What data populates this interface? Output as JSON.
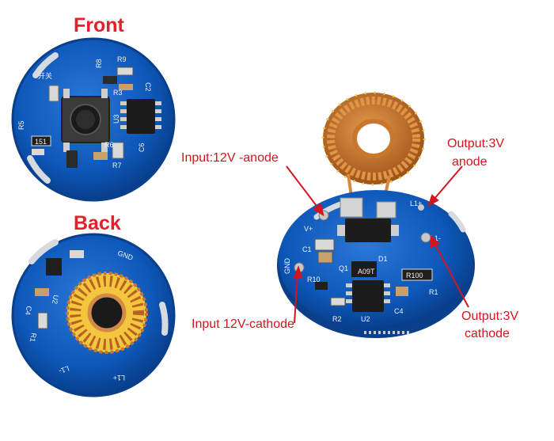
{
  "headings": {
    "front": "Front",
    "back": "Back"
  },
  "annotations": {
    "input_anode": "Input:12V -anode",
    "input_cathode": "Input 12V-cathode",
    "output_anode_line1": "Output:3V",
    "output_anode_line2": "anode",
    "output_cathode_line1": "Output:3V",
    "output_cathode_line2": "cathode"
  },
  "front_board_labels": {
    "switch_chinese": "开关",
    "r8": "R8",
    "r9": "R9",
    "r3": "R3",
    "c2": "C2",
    "u3": "U3",
    "r6": "R6",
    "c6": "C6",
    "r7": "R7",
    "r5": "R5",
    "r151": "151"
  },
  "back_board_labels": {
    "gnd": "GND",
    "l1m": "L1-",
    "l1p": "L1+",
    "u2": "U2",
    "c4": "C4",
    "r1": "R1"
  },
  "main_board_labels": {
    "vplus": "V+",
    "l1p": "L1+",
    "l1m": "L1-",
    "gnd": "GND",
    "c1": "C1",
    "q1": "Q1",
    "d1": "D1",
    "r10": "R10",
    "r2": "R2",
    "u2": "U2",
    "c4": "C4",
    "r1": "R1",
    "r100": "R100",
    "a09t": "A09T"
  },
  "colors": {
    "annotation_red": "#d4141e",
    "pcb_blue": "#0d57b8",
    "pcb_edge": "#0a3f8c",
    "copper_wire": "#c9762f",
    "core_yellow": "#f3c63f",
    "silkscreen": "#f2f2f2",
    "ic_black": "#1c1c1c"
  }
}
